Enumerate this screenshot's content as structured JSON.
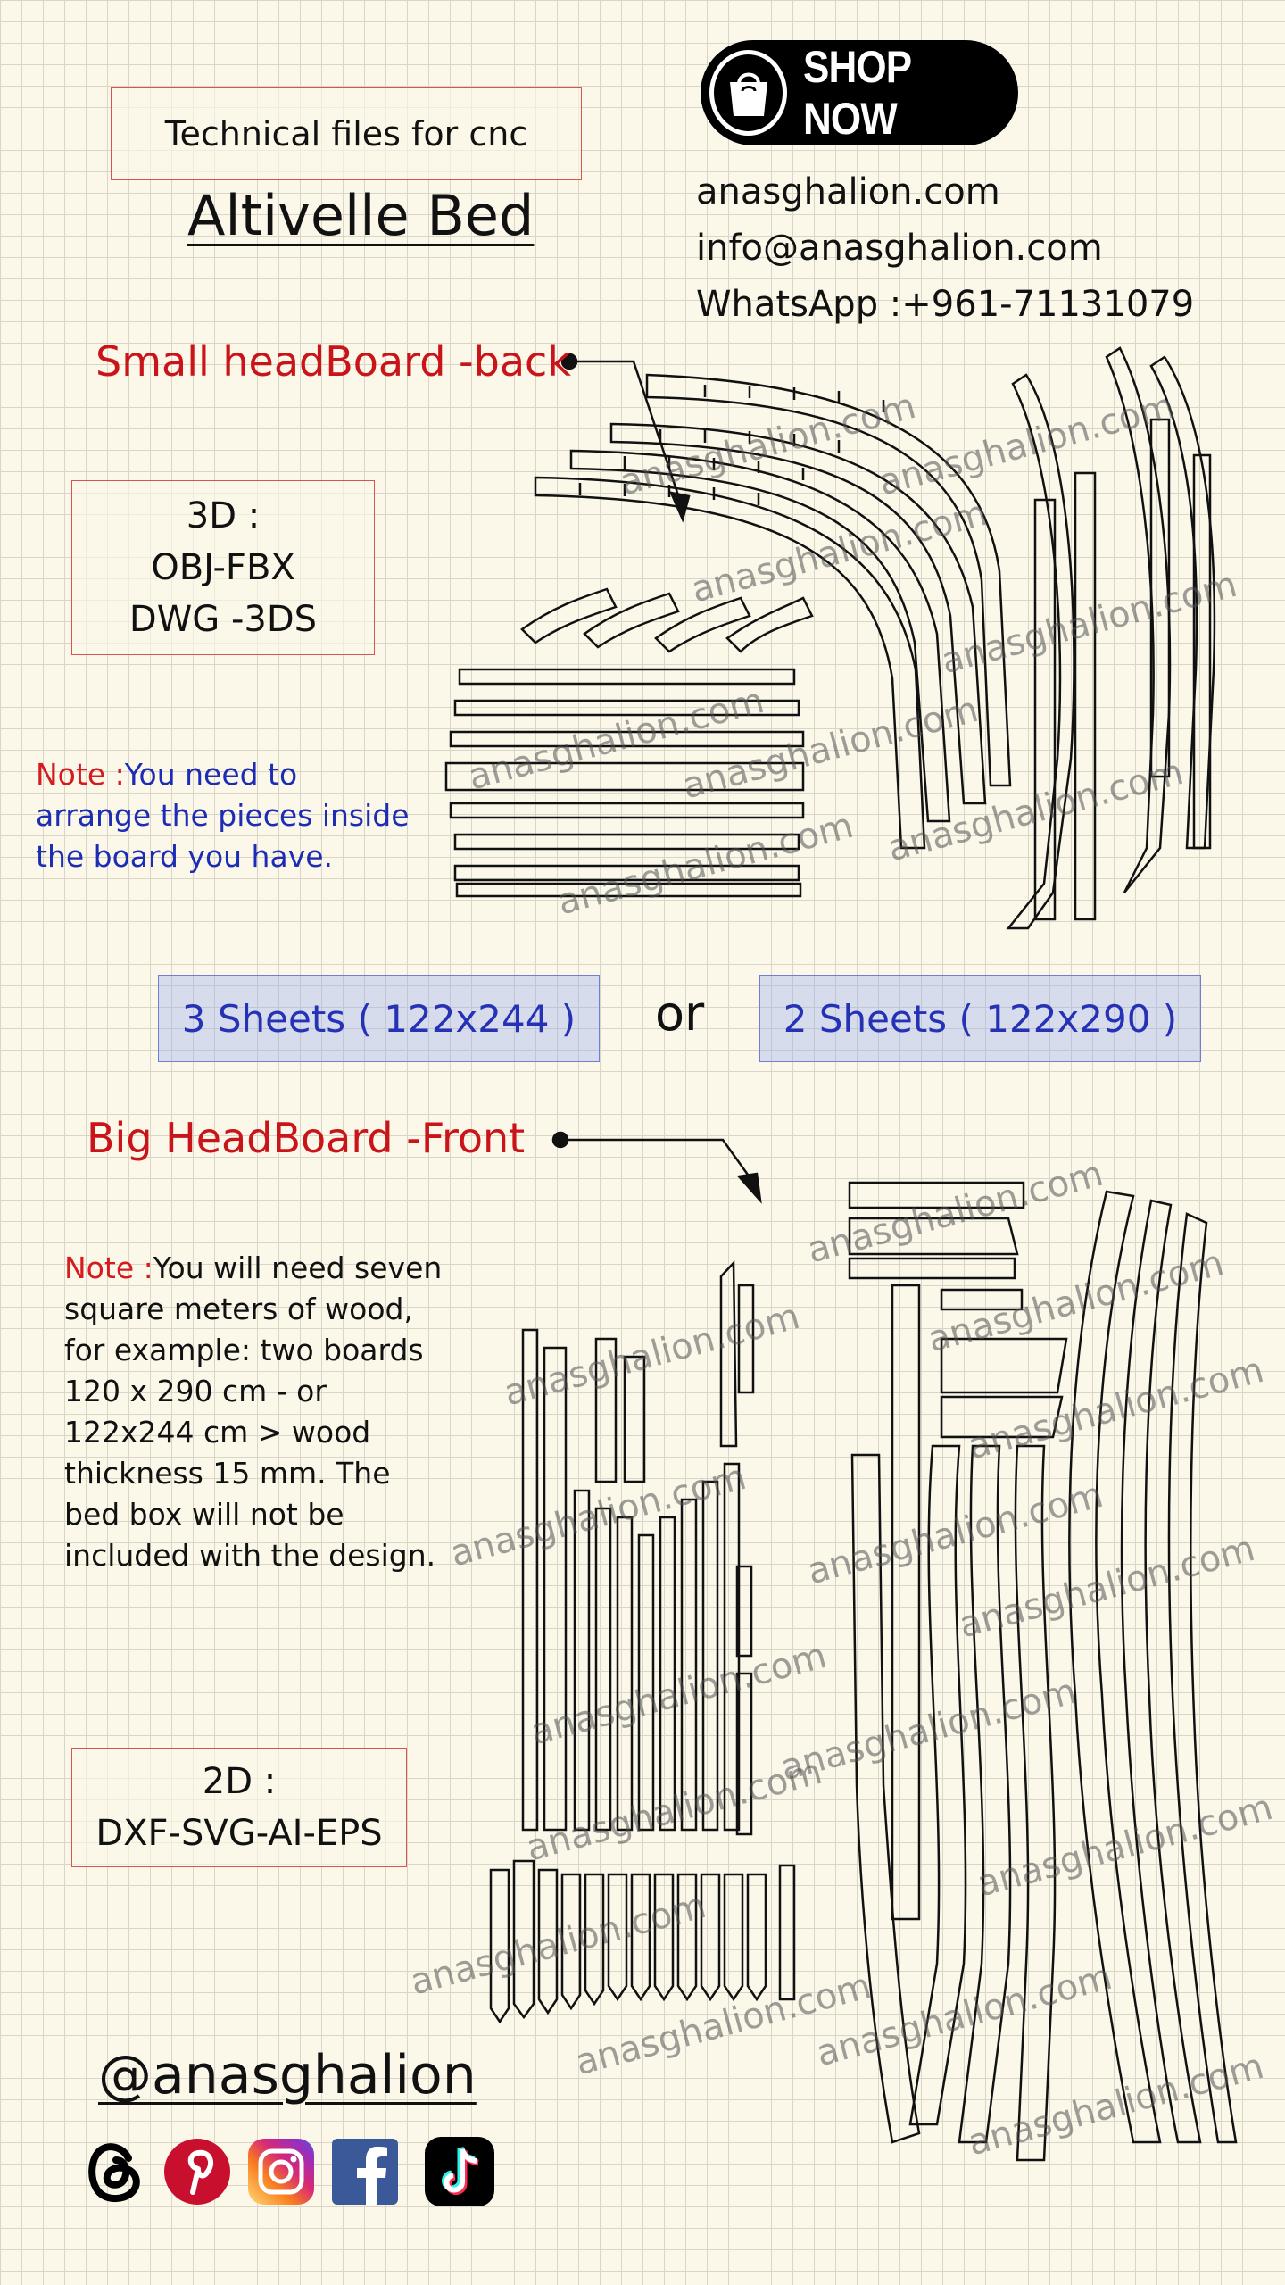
{
  "header": {
    "technical_label": "Technical files for cnc",
    "product_title": "Altivelle Bed",
    "shop_button": "SHOP NOW"
  },
  "contact": {
    "website": "anasghalion.com",
    "email": "info@anasghalion.com",
    "whatsapp": "WhatsApp :+961-71131079"
  },
  "sections": {
    "small_headboard": "Small headBoard -back",
    "big_headboard": "Big HeadBoard -Front"
  },
  "formats": {
    "three_d": [
      "3D :",
      "OBJ-FBX",
      "DWG -3DS"
    ],
    "two_d": [
      "2D :",
      "DXF-SVG-AI-EPS"
    ]
  },
  "notes": {
    "label": "Note :",
    "small_lines": [
      "You need to",
      "arrange the pieces inside",
      "the board you have."
    ],
    "big_lines": [
      "You will need seven",
      "square meters of wood,",
      "for example: two boards",
      "120 x 290 cm - or",
      "122x244 cm > wood",
      "thickness 15 mm. The",
      "bed box will not be",
      "included with the design."
    ]
  },
  "sheets": {
    "option_a": "3 Sheets ( 122x244 )",
    "separator": "or",
    "option_b": "2 Sheets ( 122x290 )"
  },
  "social": {
    "handle": "@anasghalion",
    "icons": [
      "threads-icon",
      "pinterest-icon",
      "instagram-icon",
      "facebook-icon",
      "tiktok-icon"
    ]
  },
  "watermark": "anasghalion.com",
  "colors": {
    "accent_red": "#c9141a",
    "note_blue": "#1d2cb5",
    "sheet_box": "#aab6f0",
    "shop_bg": "#000000"
  }
}
